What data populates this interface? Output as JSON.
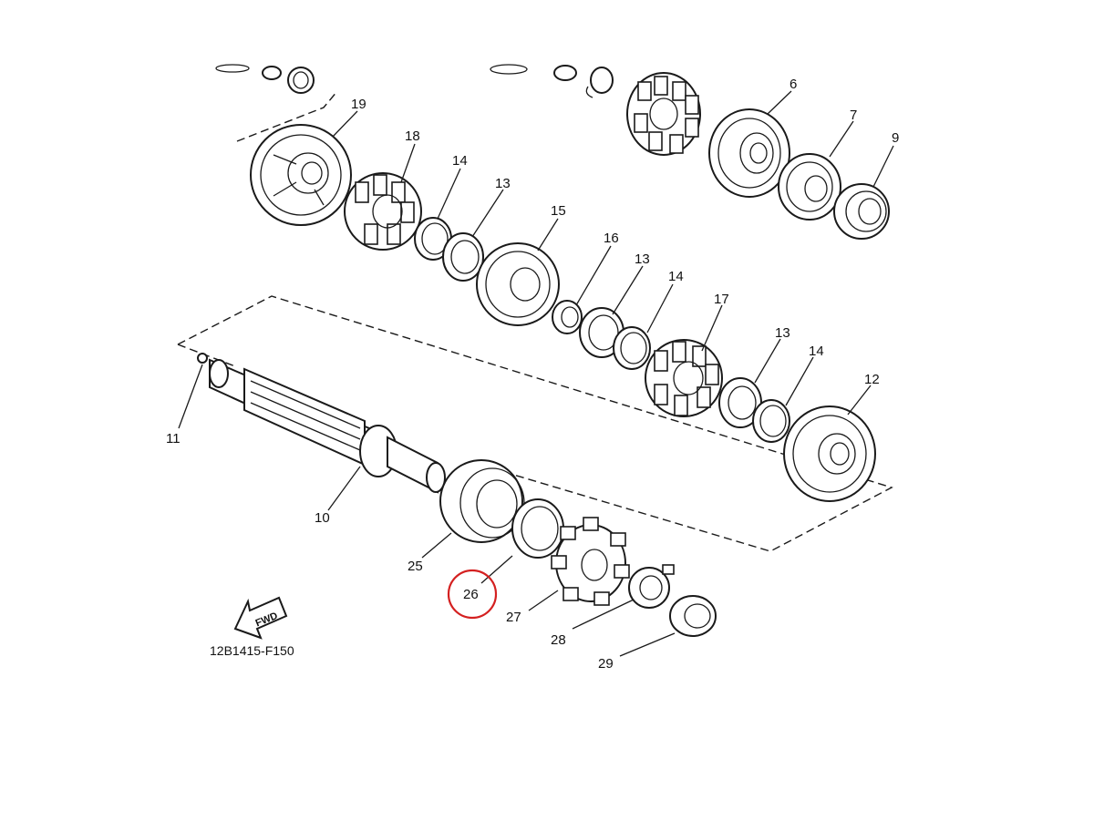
{
  "diagram": {
    "reference_code": "12B1415-F150",
    "direction_label": "FWD",
    "highlighted_part": "26",
    "highlight_color": "#d42020",
    "line_color": "#1a1a1a",
    "callouts": [
      "19",
      "18",
      "14",
      "13",
      "6",
      "7",
      "9",
      "15",
      "16",
      "13",
      "14",
      "17",
      "13",
      "14",
      "12",
      "11",
      "10",
      "25",
      "26",
      "27",
      "28",
      "29"
    ]
  }
}
